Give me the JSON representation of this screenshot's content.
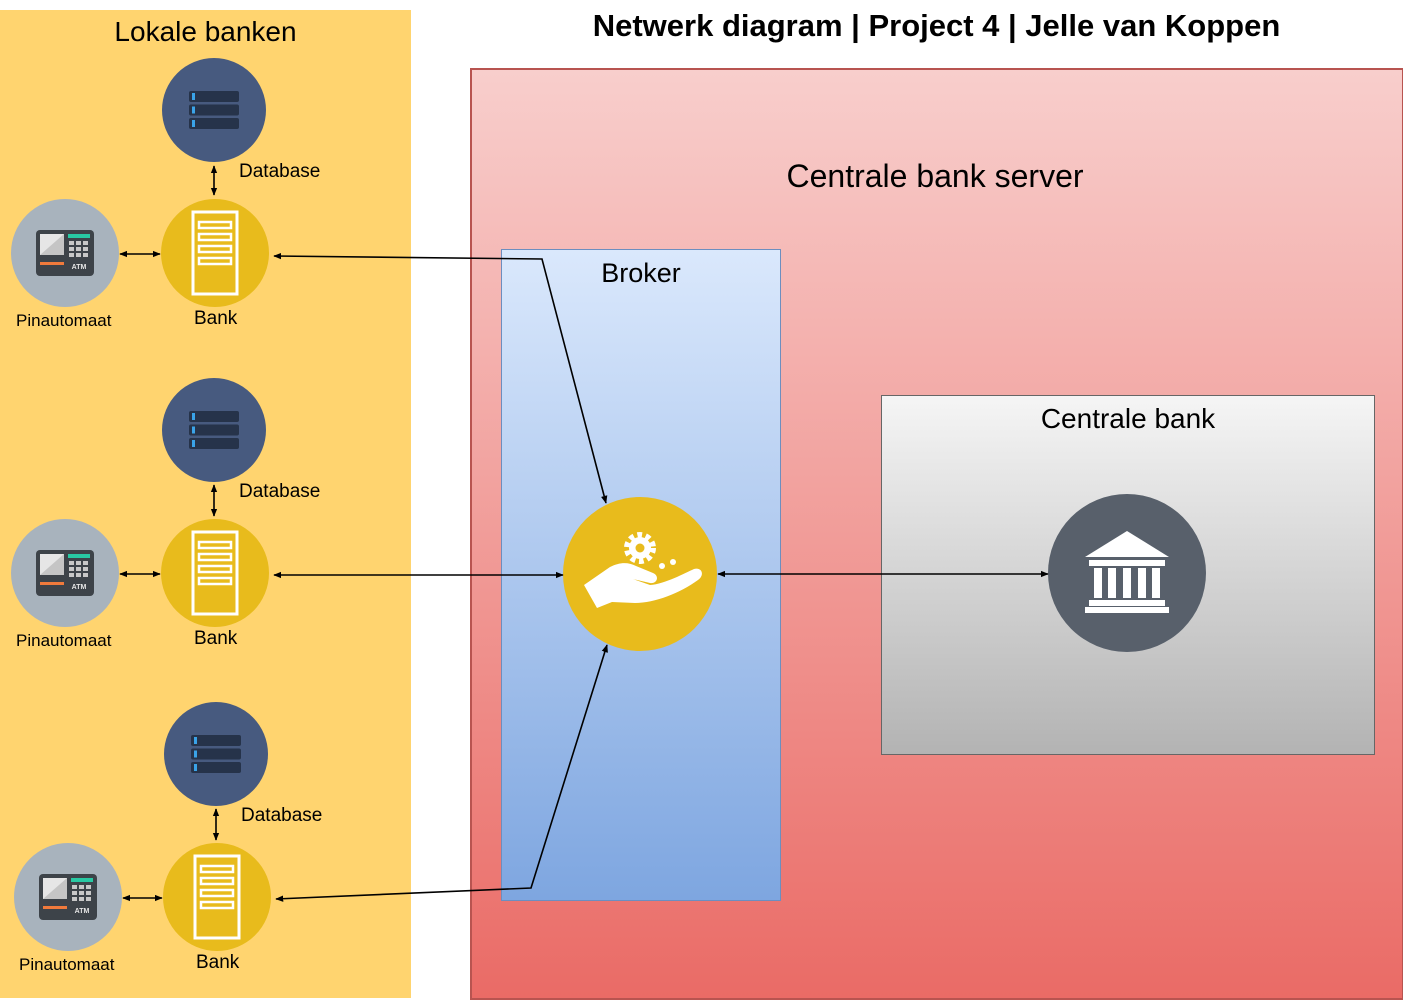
{
  "diagram": {
    "title": "Netwerk diagram | Project 4 | Jelle van Koppen",
    "local_banks": {
      "title": "Lokale banken",
      "groups": [
        {
          "database_label": "Database",
          "bank_label": "Bank",
          "atm_label": "Pinautomaat"
        },
        {
          "database_label": "Database",
          "bank_label": "Bank",
          "atm_label": "Pinautomaat"
        },
        {
          "database_label": "Database",
          "bank_label": "Bank",
          "atm_label": "Pinautomaat"
        }
      ]
    },
    "central_server": {
      "title": "Centrale bank server",
      "broker_title": "Broker",
      "central_bank_title": "Centrale bank"
    },
    "icons": {
      "database": "database-icon",
      "bank": "server-icon",
      "atm": "atm-icon",
      "broker": "broker-hand-gear-icon",
      "central_bank": "bank-building-icon"
    },
    "colors": {
      "local_panel": "#ffd46f",
      "database_circle": "#475a7f",
      "bank_circle": "#e8bb1c",
      "atm_circle": "#a8b3bd",
      "central_bank_circle": "#58606b"
    },
    "connections": [
      {
        "from": "Database",
        "to": "Bank",
        "type": "bidirectional"
      },
      {
        "from": "Pinautomaat",
        "to": "Bank",
        "type": "bidirectional"
      },
      {
        "from": "Bank",
        "to": "Broker",
        "type": "bidirectional"
      },
      {
        "from": "Broker",
        "to": "Centrale bank",
        "type": "bidirectional"
      }
    ]
  }
}
